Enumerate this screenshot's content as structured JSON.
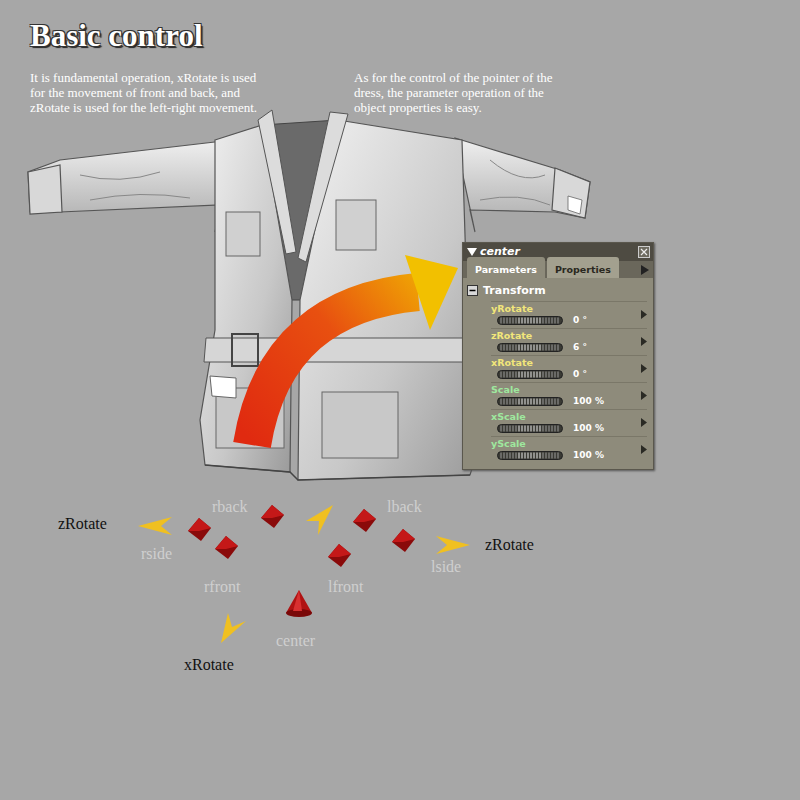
{
  "diagram": {
    "title": "Basic control",
    "nodes": [
      {
        "text": [
          "center",
          "Parameters",
          "Properties",
          "Transform",
          "yRotate",
          "0 °",
          "zRotate",
          "6 °",
          "xRotate",
          "0 °",
          "Scale",
          "100 %",
          "xScale",
          "100 %",
          "yScale",
          "100 %"
        ]
      },
      {
        "text": [
          "rback"
        ]
      },
      {
        "text": [
          "lback"
        ]
      },
      {
        "text": [
          "rside"
        ]
      },
      {
        "text": [
          "lside"
        ]
      },
      {
        "text": [
          "rfront"
        ]
      },
      {
        "text": [
          "lfront"
        ]
      },
      {
        "text": [
          "center"
        ]
      }
    ],
    "labels": [
      "It is fundamental operation, xRotate is used for the movement of front and back, and zRotate is used for the left-right movement.",
      "As for the control of the pointer of the dress, the parameter operation of the object properties is easy.",
      "zRotate",
      "zRotate",
      "xRotate"
    ]
  }
}
